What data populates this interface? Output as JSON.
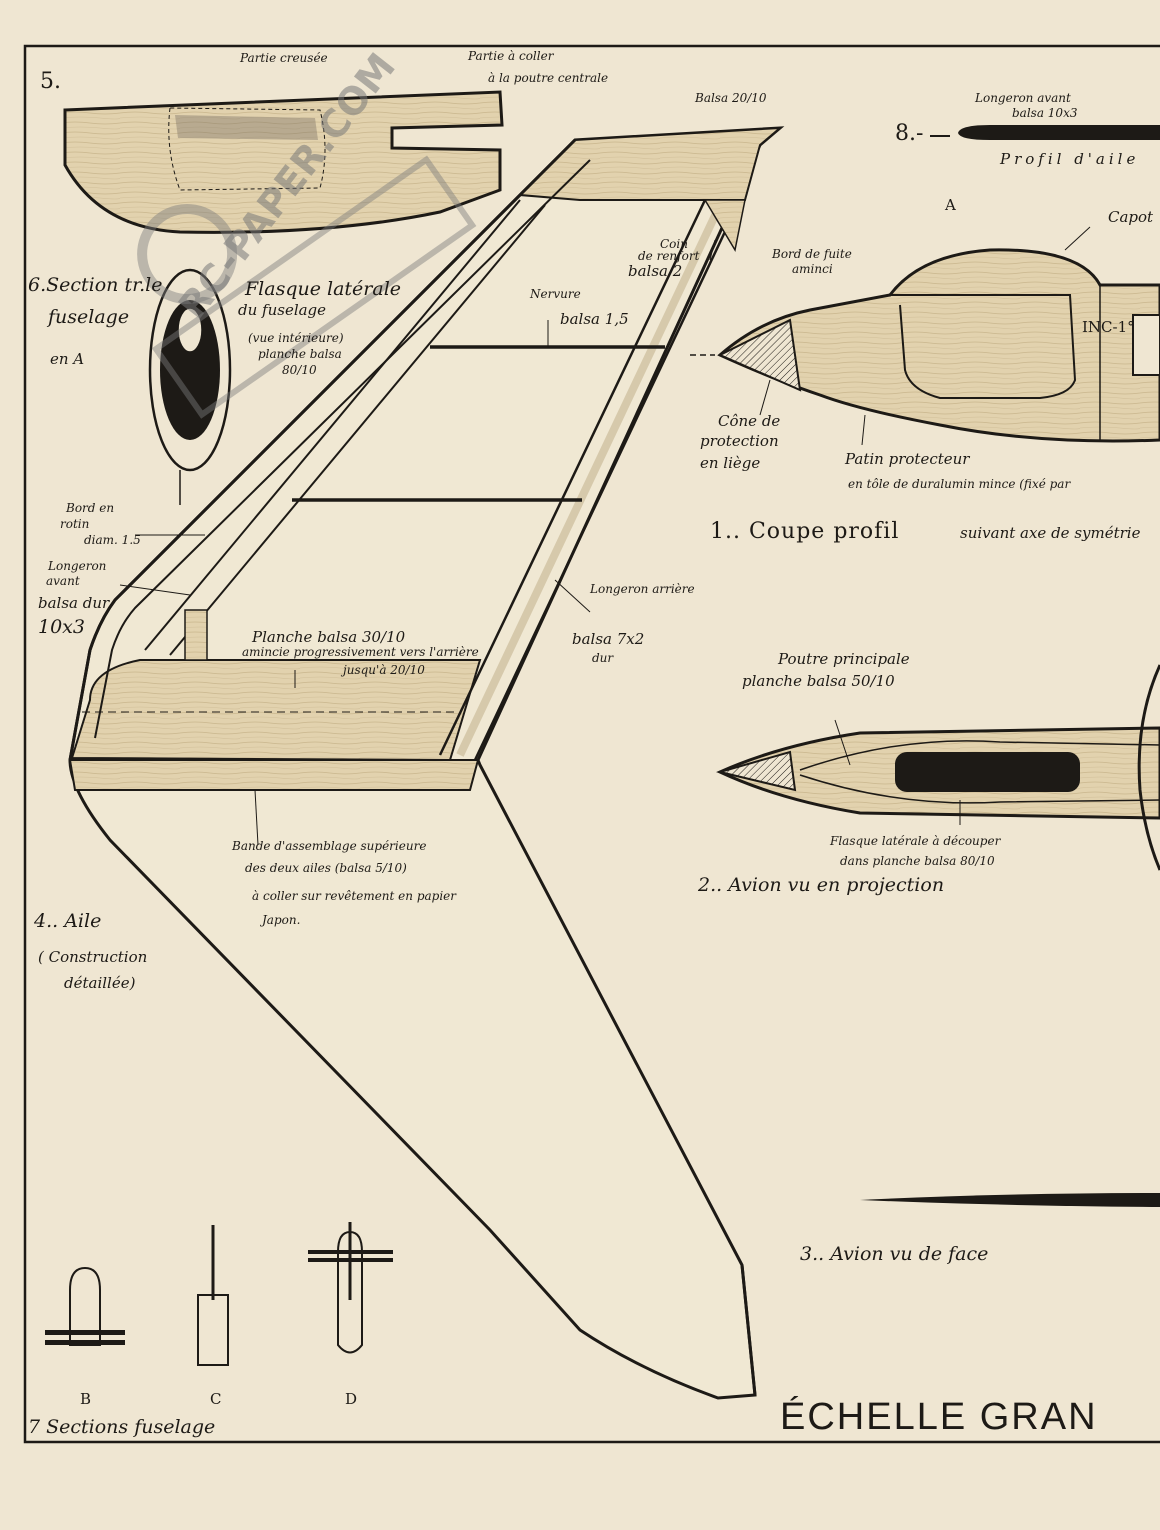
{
  "title": "ÉCHELLE GRAN",
  "watermark": "RC-PAPER.COM",
  "colors": {
    "paper": "#efe6d2",
    "ink": "#1d1a16",
    "wood": "#e2d2ae",
    "stamp": "#8a8a8a"
  },
  "views": {
    "v5": {
      "number": "5.",
      "hollow_part": "Partie creusée",
      "glue_part_1": "Partie à coller",
      "glue_part_2": "à la poutre centrale"
    },
    "v6": {
      "title_1": "6.Section tr.le",
      "title_2": "fuselage",
      "title_3": "en A",
      "flasque_1": "Flasque latérale",
      "flasque_2": "du fuselage",
      "flasque_3": "(vue intérieure)",
      "flasque_4": "planche balsa",
      "flasque_5": "80/10"
    },
    "v4": {
      "title_1": "4.. Aile",
      "title_2": "( Construction",
      "title_3": "détaillée)",
      "balsa_top": "Balsa 20/10",
      "coin_1": "Coin",
      "coin_2": "de renfort",
      "coin_3": "balsa 2",
      "bord_fuite_1": "Bord de fuite",
      "bord_fuite_2": "aminci",
      "nervure_1": "Nervure",
      "nervure_2": "balsa 1,5",
      "bord_rotin_1": "Bord en",
      "bord_rotin_2": "rotin",
      "bord_rotin_3": "diam. 1.5",
      "longeron_av_1": "Longeron",
      "longeron_av_2": "avant",
      "longeron_av_3": "balsa dur",
      "longeron_av_4": "10x3",
      "longeron_arr": "Longeron arrière",
      "balsa_7x2_1": "balsa 7x2",
      "balsa_7x2_2": "dur",
      "planche_1": "Planche balsa 30/10",
      "planche_2": "amincie progressivement vers l'arrière",
      "planche_3": "jusqu'à 20/10",
      "bande_1": "Bande d'assemblage supérieure",
      "bande_2": "des deux ailes (balsa 5/10)",
      "bande_3": "à coller sur revêtement en papier",
      "bande_4": "Japon."
    },
    "v7": {
      "title": "7 Sections fuselage",
      "b": "B",
      "c": "C",
      "d": "D"
    },
    "v8": {
      "number": "8.-",
      "longeron_1": "Longeron avant",
      "longeron_2": "balsa 10x3",
      "profil": "Profil d'aile"
    },
    "v1": {
      "section_a": "A",
      "capot": "Capot",
      "inc": "INC-1°",
      "cone_1": "Cône de",
      "cone_2": "protection",
      "cone_3": "en liège",
      "patin_1": "Patin protecteur",
      "patin_2": "en tôle de duralumin mince (fixé par",
      "caption_1": "1.. Coupe profil",
      "caption_2": "suivant axe de symétrie"
    },
    "v2": {
      "poutre_1": "Poutre principale",
      "poutre_2": "planche balsa 50/10",
      "flasque_1": "Flasque latérale à découper",
      "flasque_2": "dans planche balsa 80/10",
      "caption": "2.. Avion vu en projection"
    },
    "v3": {
      "caption": "3.. Avion vu de face"
    }
  }
}
